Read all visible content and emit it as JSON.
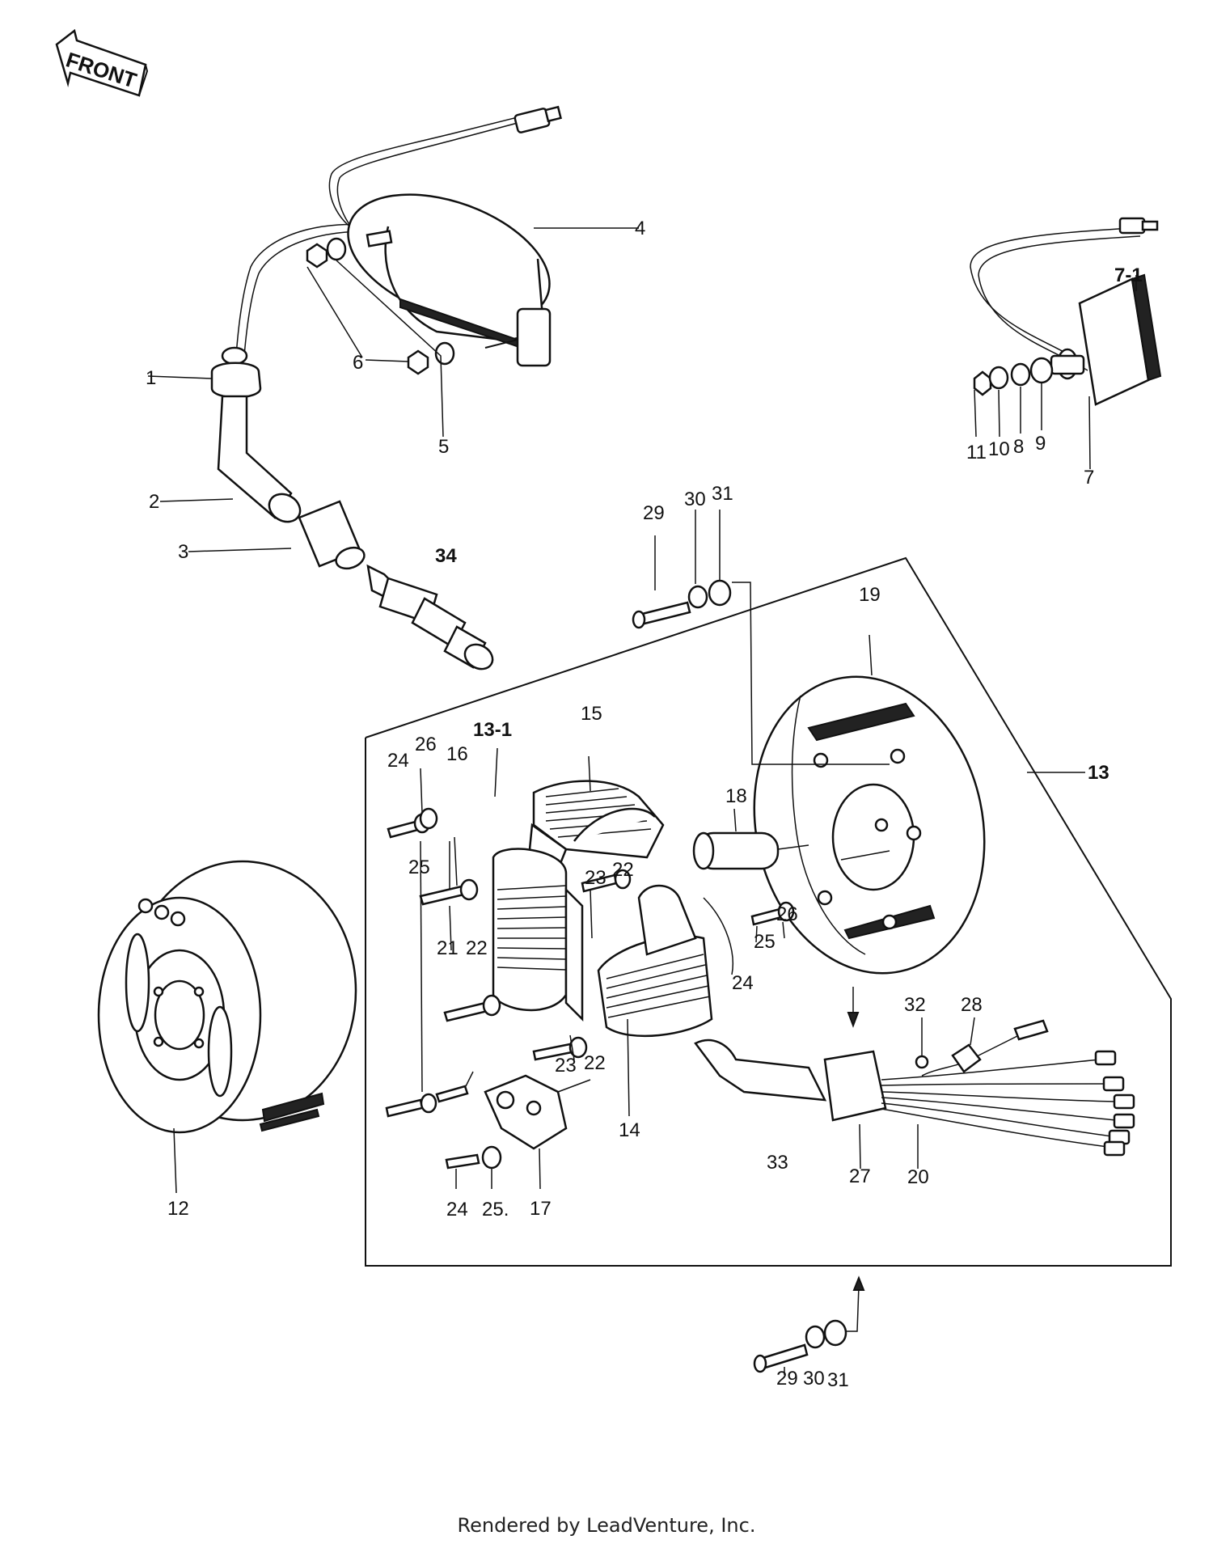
{
  "front_label": "FRONT",
  "footer": "Rendered by LeadVenture, Inc.",
  "callouts": {
    "c1": "1",
    "c2": "2",
    "c3": "3",
    "c4": "4",
    "c5": "5",
    "c6": "6",
    "c7": "7",
    "c7_1": "7-1",
    "c8": "8",
    "c9": "9",
    "c10": "10",
    "c11": "11",
    "c12": "12",
    "c13": "13",
    "c13_1": "13-1",
    "c14": "14",
    "c15": "15",
    "c16": "16",
    "c17": "17",
    "c18": "18",
    "c19": "19",
    "c20": "20",
    "c21": "21",
    "c22a": "22",
    "c22b": "22",
    "c22c": "22",
    "c23a": "23",
    "c23b": "23",
    "c24a": "24",
    "c24b": "24",
    "c24c": "24",
    "c25a": "25",
    "c25b": "25",
    "c25c": "25.",
    "c26a": "26",
    "c26b": "26",
    "c27": "27",
    "c28": "28",
    "c29a": "29",
    "c29b": "29",
    "c30a": "30",
    "c30b": "30",
    "c31a": "31",
    "c31b": "31",
    "c32": "32",
    "c33": "33",
    "c34": "34"
  }
}
